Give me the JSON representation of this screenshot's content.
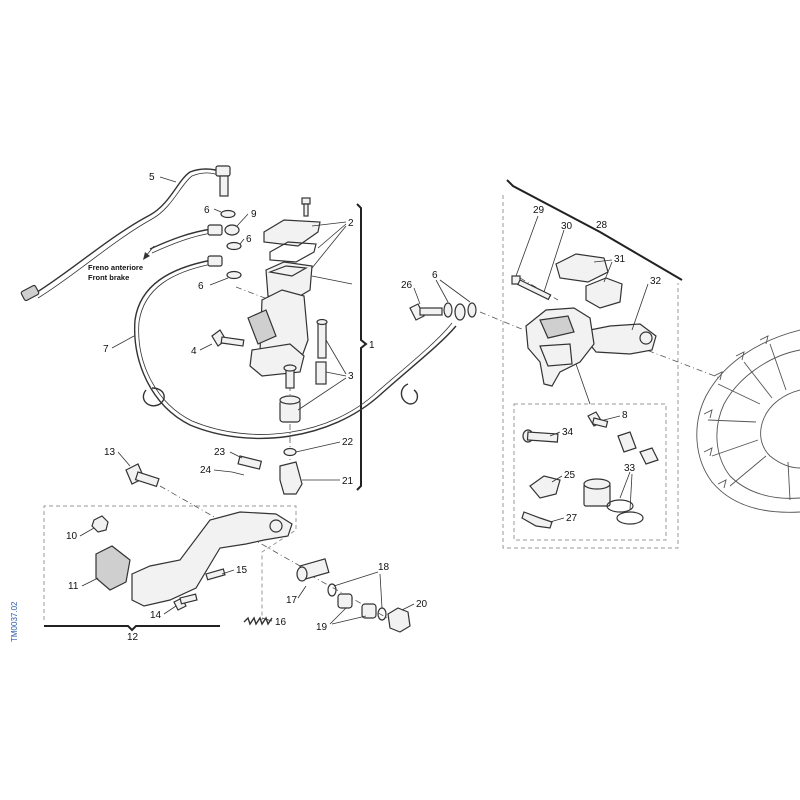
{
  "diagram": {
    "drawing_code": "TM0037.02",
    "notes": {
      "line_it": "Freno anteriore",
      "line_en": "Front brake"
    },
    "callouts": [
      {
        "id": "c5",
        "text": "5"
      },
      {
        "id": "c6a",
        "text": "6"
      },
      {
        "id": "c9",
        "text": "9"
      },
      {
        "id": "c6b",
        "text": "6"
      },
      {
        "id": "c6c",
        "text": "6"
      },
      {
        "id": "c2",
        "text": "2"
      },
      {
        "id": "c1",
        "text": "1"
      },
      {
        "id": "c3",
        "text": "3"
      },
      {
        "id": "c4",
        "text": "4"
      },
      {
        "id": "c7",
        "text": "7"
      },
      {
        "id": "c22",
        "text": "22"
      },
      {
        "id": "c23",
        "text": "23"
      },
      {
        "id": "c24",
        "text": "24"
      },
      {
        "id": "c21",
        "text": "21"
      },
      {
        "id": "c13",
        "text": "13"
      },
      {
        "id": "c10",
        "text": "10"
      },
      {
        "id": "c11",
        "text": "11"
      },
      {
        "id": "c15",
        "text": "15"
      },
      {
        "id": "c14",
        "text": "14"
      },
      {
        "id": "c12",
        "text": "12"
      },
      {
        "id": "c16",
        "text": "16"
      },
      {
        "id": "c17",
        "text": "17"
      },
      {
        "id": "c18",
        "text": "18"
      },
      {
        "id": "c19",
        "text": "19"
      },
      {
        "id": "c20",
        "text": "20"
      },
      {
        "id": "c26",
        "text": "26"
      },
      {
        "id": "c6d",
        "text": "6"
      },
      {
        "id": "c29",
        "text": "29"
      },
      {
        "id": "c30",
        "text": "30"
      },
      {
        "id": "c28",
        "text": "28"
      },
      {
        "id": "c31",
        "text": "31"
      },
      {
        "id": "c32",
        "text": "32"
      },
      {
        "id": "c34",
        "text": "34"
      },
      {
        "id": "c8",
        "text": "8"
      },
      {
        "id": "c25",
        "text": "25"
      },
      {
        "id": "c33",
        "text": "33"
      },
      {
        "id": "c27",
        "text": "27"
      }
    ]
  }
}
